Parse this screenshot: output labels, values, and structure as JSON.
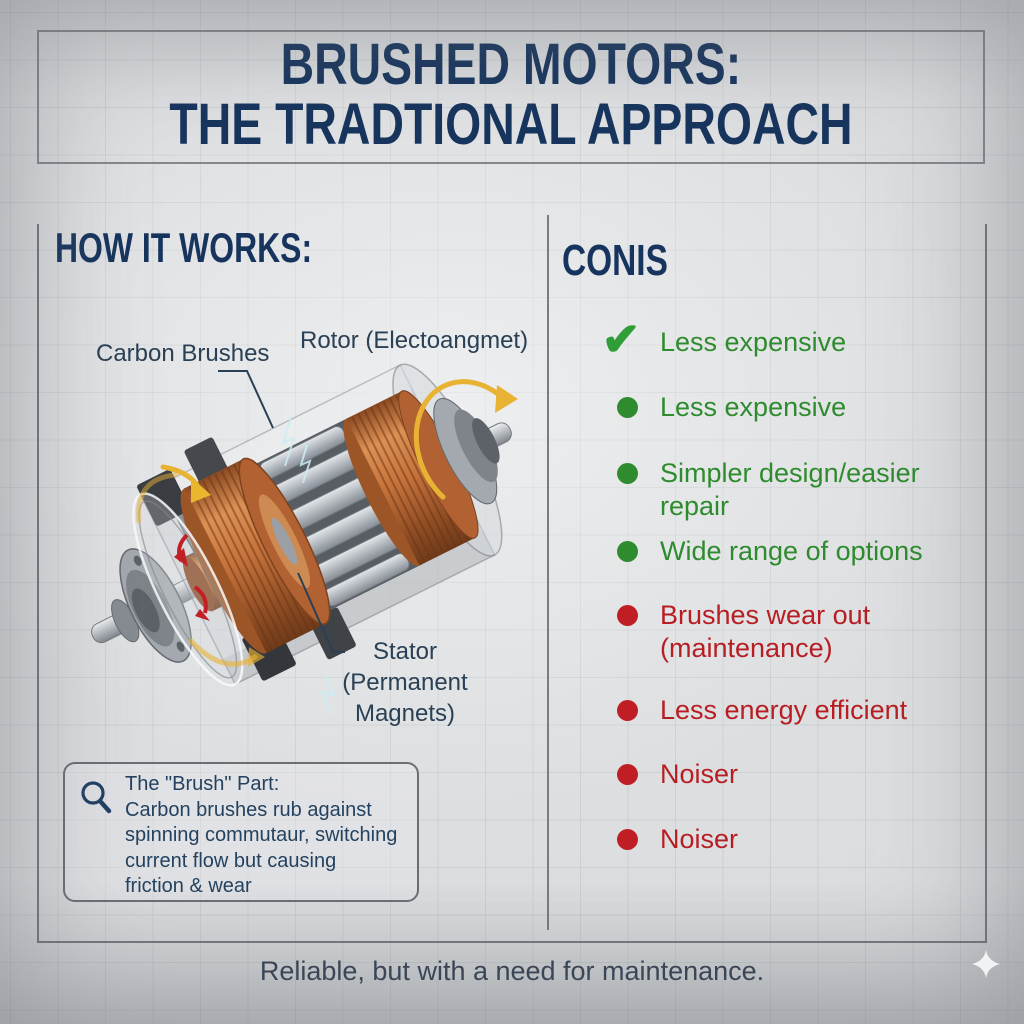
{
  "title": {
    "line1": "BRUSHED MOTORS:",
    "line2": "THE TRADTIONAL APPROACH"
  },
  "how_it_works": {
    "heading": "HOW IT WORKS:",
    "diagram": {
      "label_brushes": "Carbon Brushes",
      "label_rotor": "Rotor (Electoangmet)",
      "label_stator_line1": "Stator",
      "label_stator_line2": "(Permanent Magnets)"
    },
    "callout": {
      "icon": "magnifier-icon",
      "title": "The \"Brush\" Part:",
      "body": "Carbon brushes rub against\nspinning commutaur, switching\ncurrent flow but causing\nfriction & wear"
    }
  },
  "cons": {
    "heading": "CONIS",
    "items": [
      {
        "marker": "check",
        "color": "green",
        "text": "Less expensive"
      },
      {
        "marker": "dot",
        "color": "green",
        "text": "Less expensive"
      },
      {
        "marker": "dot",
        "color": "green",
        "text": "Simpler design/easier\nrepair"
      },
      {
        "marker": "dot",
        "color": "green",
        "text": "Wide range of options"
      },
      {
        "marker": "dot",
        "color": "red",
        "text": "Brushes wear out\n(maintenance)"
      },
      {
        "marker": "dot",
        "color": "red",
        "text": "Less energy efficient"
      },
      {
        "marker": "dot",
        "color": "red",
        "text": "Noiser"
      },
      {
        "marker": "dot",
        "color": "red",
        "text": "Noiser"
      }
    ]
  },
  "footer": {
    "tagline": "Reliable, but with a need for maintenance."
  },
  "icons": {
    "callout": "magnifier-icon",
    "pro_marker": "check-icon",
    "bullet": "dot-icon",
    "decor": "sparkle-icon"
  },
  "colors": {
    "navy": "#16345d",
    "green_text": "#2e8b2e",
    "check_green": "#2f9e37",
    "red_text": "#b71e23",
    "copper": "#c4713a",
    "arrow_yellow": "#e8b233",
    "frame_gray": "#75787d",
    "background": "#dcdee0"
  },
  "check_glyph": "✔"
}
